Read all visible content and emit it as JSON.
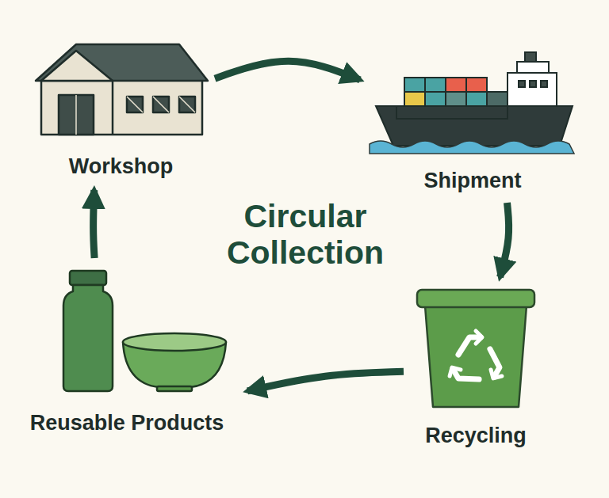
{
  "diagram": {
    "title": "Circular Collection",
    "nodes": [
      {
        "text": [
          "Workshop"
        ]
      },
      {
        "text": [
          "Shipment"
        ]
      },
      {
        "text": [
          "Recycling"
        ]
      },
      {
        "text": [
          "Reusable Products"
        ]
      }
    ],
    "edges": [
      {
        "from": 0,
        "to": 1,
        "arrow": "to"
      },
      {
        "from": 1,
        "to": 2,
        "arrow": "to"
      },
      {
        "from": 2,
        "to": 3,
        "arrow": "to"
      },
      {
        "from": 3,
        "to": 0,
        "arrow": "to"
      }
    ]
  }
}
